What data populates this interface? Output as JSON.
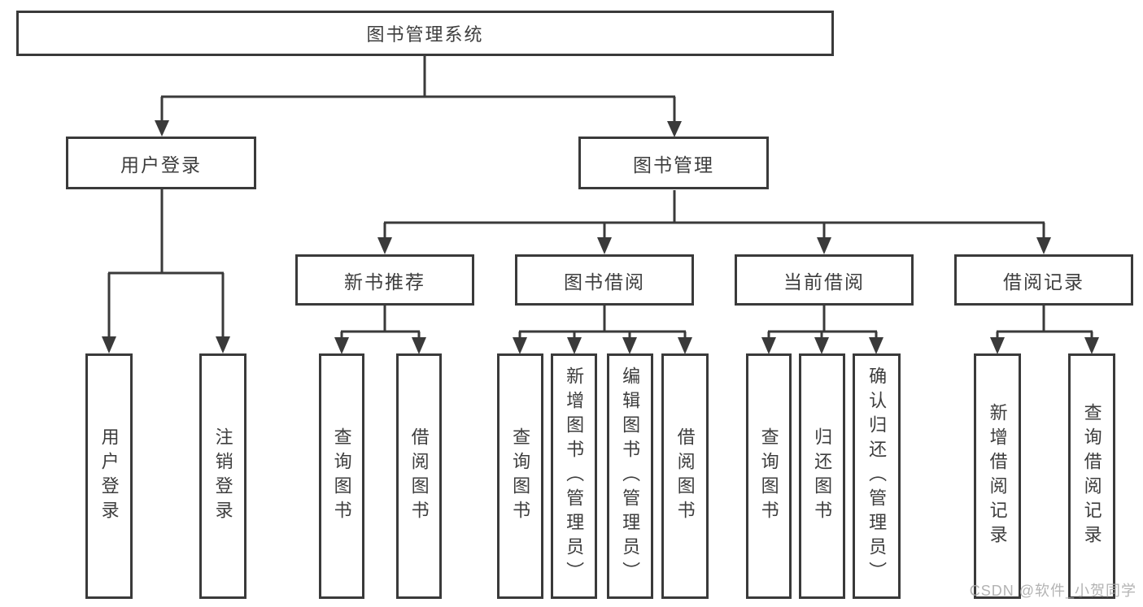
{
  "nodes": {
    "root": "图书管理系统",
    "user_login": "用户登录",
    "book_management": "图书管理",
    "new_book_recommend": "新书推荐",
    "book_borrow": "图书借阅",
    "current_borrow": "当前借阅",
    "borrow_records": "借阅记录",
    "leaf_user_login": "用户登录",
    "leaf_logout": "注销登录",
    "leaf_query_books_1": "查询图书",
    "leaf_borrow_books_1": "借阅图书",
    "leaf_query_books_2": "查询图书",
    "leaf_add_books": "新增图书（管理员）",
    "leaf_edit_books": "编辑图书（管理员）",
    "leaf_borrow_books_2": "借阅图书",
    "leaf_query_books_3": "查询图书",
    "leaf_return_books": "归还图书",
    "leaf_confirm_return": "确认归还（管理员）",
    "leaf_add_borrow_record": "新增借阅记录",
    "leaf_query_borrow_record": "查询借阅记录"
  },
  "watermark": "CSDN @软件_小贺同学",
  "colors": {
    "line": "#3a3a3a",
    "text": "#3d3d3d",
    "watermark": "#ababab",
    "background": "#ffffff"
  }
}
